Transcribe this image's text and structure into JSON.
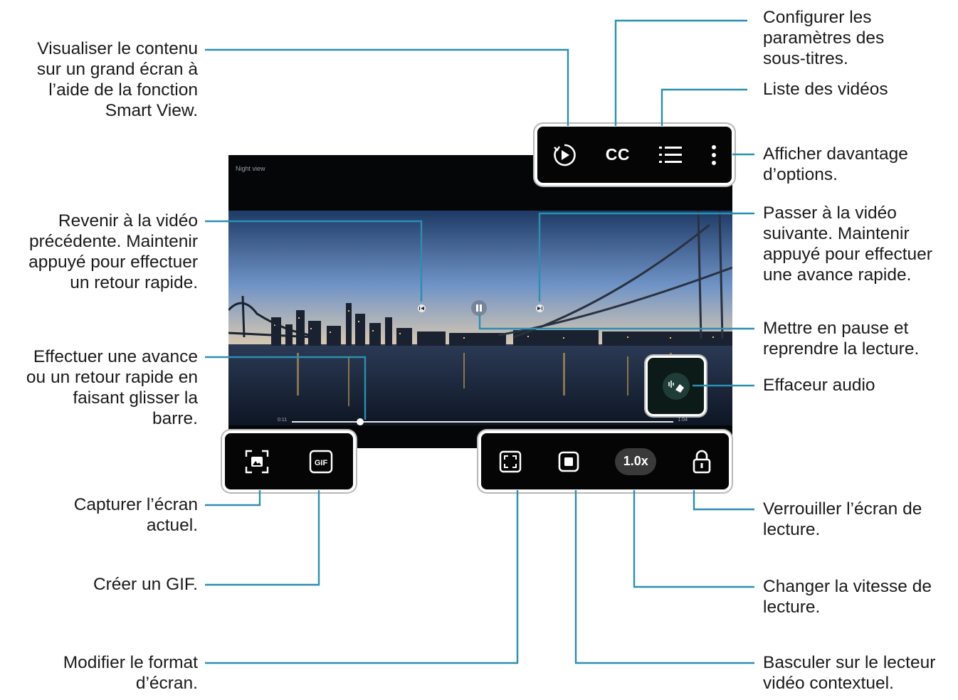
{
  "video": {
    "title": "Night view",
    "time_current": "0:11",
    "time_total": "1:04"
  },
  "controls": {
    "cc_label": "CC",
    "gif_label": "GIF",
    "speed_label": "1.0x",
    "seek_position": 0.18
  },
  "icons": {
    "smart_view": "smart-view-icon",
    "cc": "subtitles-icon",
    "list": "list-icon",
    "more": "more-options-icon",
    "previous": "previous-icon",
    "pause": "pause-icon",
    "next": "next-icon",
    "eraser": "audio-eraser-icon",
    "capture": "capture-icon",
    "gif": "gif-icon",
    "ratio": "screen-ratio-icon",
    "popup": "popup-player-icon",
    "speed": "playback-speed-icon",
    "lock": "lock-icon"
  },
  "colors": {
    "leader_line": "#2b8fb0",
    "bar_background": "#050505"
  },
  "callouts": {
    "smart_view": [
      "Visualiser le contenu",
      "sur un grand écran à",
      "l’aide de la fonction",
      "Smart View."
    ],
    "subtitles": [
      "Configurer les",
      "paramètres des",
      "sous-titres."
    ],
    "video_list": [
      "Liste des vidéos"
    ],
    "more_options": [
      "Afficher davantage",
      "d’options."
    ],
    "previous": [
      "Revenir à la vidéo",
      "précédente. Maintenir",
      "appuyé pour effectuer",
      "un retour rapide."
    ],
    "next": [
      "Passer à la vidéo",
      "suivante. Maintenir",
      "appuyé pour effectuer",
      "une avance rapide."
    ],
    "pause": [
      "Mettre en pause et",
      "reprendre la lecture."
    ],
    "seek": [
      "Effectuer une avance",
      "ou un retour rapide en",
      "faisant glisser la",
      "barre."
    ],
    "eraser": [
      "Effaceur audio"
    ],
    "capture": [
      "Capturer l’écran",
      "actuel."
    ],
    "gif": [
      "Créer un GIF."
    ],
    "lock": [
      "Verrouiller l’écran de",
      "lecture."
    ],
    "speed": [
      "Changer la vitesse de",
      "lecture."
    ],
    "ratio": [
      "Modifier le format",
      "d’écran."
    ],
    "popup": [
      "Basculer sur le lecteur",
      "vidéo contextuel."
    ]
  }
}
